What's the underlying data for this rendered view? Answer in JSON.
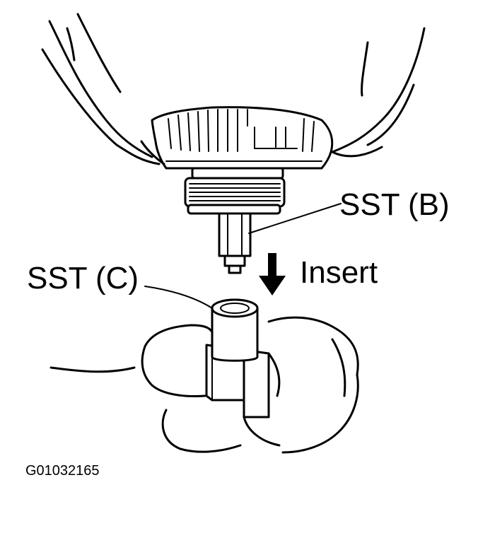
{
  "labels": {
    "sst_b": "SST (B)",
    "sst_c": "SST (C)",
    "action": "Insert",
    "figure_code": "G01032165"
  },
  "colors": {
    "ink": "#000000",
    "paper": "#ffffff"
  }
}
